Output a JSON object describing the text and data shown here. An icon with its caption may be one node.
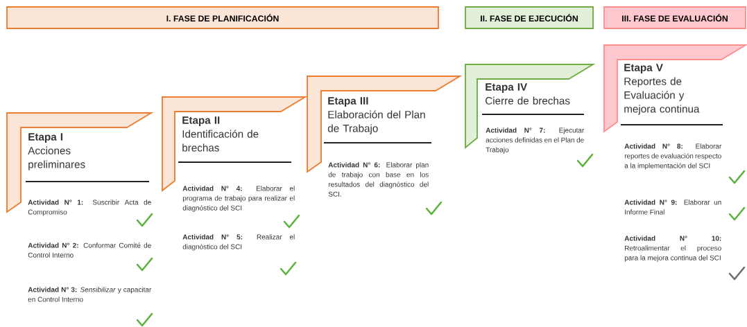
{
  "diagram": {
    "nodes": [
      {
        "text": [
          "I. FASE DE PLANIFICACIÓN"
        ]
      },
      {
        "text": [
          "II. FASE DE EJECUCIÓN"
        ]
      },
      {
        "text": [
          "III. FASE DE EVALUACIÓN"
        ]
      },
      {
        "text": [
          "Etapa I",
          "Acciones preliminares"
        ]
      },
      {
        "text": [
          "Etapa II",
          "Identificación de brechas"
        ]
      },
      {
        "text": [
          "Etapa III",
          "Elaboración del Plan de Trabajo"
        ]
      },
      {
        "text": [
          "Etapa IV",
          "Cierre de brechas"
        ]
      },
      {
        "text": [
          "Etapa V",
          "Reportes de Evaluación y mejora continua"
        ]
      }
    ],
    "labels": [
      "**Actividad N° 1:** Suscribir Acta de Compromiso",
      "**Actividad N° 2:** Conformar Comité de Control Interno",
      "**Actividad N° 3:** *Sensibilizar* y capacitar en Control Interno",
      "**Actividad N° 4:** Elaborar el programa de trabajo para realizar el diagnóstico del SCI",
      "**Actividad N° 5:** Realizar el diagnóstico del SCI",
      "**Actividad N° 6:** Elaborar plan de trabajo con base en los resultados del diagnóstico del SCI.",
      "**Actividad N° 7:** Ejecutar acciones definidas en el Plan de Trabajo",
      "**Actividad N° 8:** Elaborar reportes de evaluación respecto a la implementación del SCI",
      "**Actividad N° 9:** Elaborar un Informe Final",
      "**Actividad N° 10:** Retroalimentar el proceso para la mejora continua del SCI"
    ]
  }
}
